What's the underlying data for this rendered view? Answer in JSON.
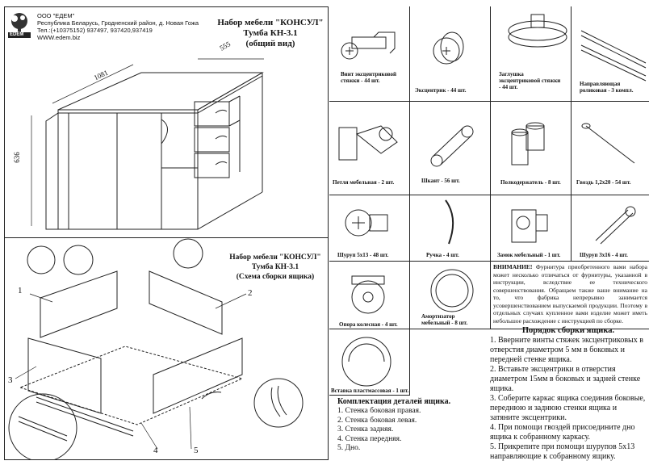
{
  "company": {
    "name": "ООО \"ЕДЕМ\"",
    "address": "Республика Беларусь, Гродненский район, д. Новая Гожа",
    "phone": "Тел.:(+10375152) 937497, 937420,937419",
    "site": "WWW.edem.biz",
    "logo_text": "EDEM"
  },
  "top_title": {
    "line1": "Набор мебели \"КОНСУЛ\"",
    "line2": "Тумба КН-3.1",
    "line3": "(общий вид)"
  },
  "dims": {
    "width": "1081",
    "depth": "555",
    "height": "636"
  },
  "bottom_title": {
    "line1": "Набор мебели \"КОНСУЛ\"",
    "line2": "Тумба КН-3.1",
    "line3": "(Схема сборки ящика)"
  },
  "callouts": [
    "1",
    "2",
    "3",
    "4",
    "5"
  ],
  "parts": [
    {
      "label": "Винт эксцентриковой стяжки - 44 шт."
    },
    {
      "label": "Эксцентрик - 44 шт."
    },
    {
      "label": "Заглушка эксцентриковой стяжки - 44 шт."
    },
    {
      "label": "Направляющая роликовая - 3 компл."
    },
    {
      "label": "Петля мебельная - 2 шт."
    },
    {
      "label": "Шкант - 56 шт."
    },
    {
      "label": "Полкодержатель - 8 шт."
    },
    {
      "label": "Гвоздь 1,2x20 - 54 шт."
    },
    {
      "label": "Шуруп 5x13 - 48 шт."
    },
    {
      "label": "Ручка - 4 шт."
    },
    {
      "label": "Замок мебельный - 1 шт."
    },
    {
      "label": "Шуруп 3x16 - 4 шт."
    },
    {
      "label": "Опора колесная - 4 шт."
    },
    {
      "label": "Амортизатор мебельный - 8 шт."
    },
    {
      "label": "Вставка пластмассовая - 1 шт."
    }
  ],
  "warning": {
    "head": "ВНИМАНИЕ!",
    "text": "Фурнитура приобретенного вами набора может несколько отличаться от фурнитуры, указанной в инструкции, вследствие ее технического совершенствования. Обращаем также ваше внимание на то, что фабрика непрерывно занимается усовершенствованием выпускаемой продукции. Поэтому в отдельных случаях купленное вами изделие может иметь небольшое расхождение с инструкцией по сборке."
  },
  "kit": {
    "title": "Комплектация деталей ящика.",
    "items": [
      "1. Стенка боковая правая.",
      "2. Стенка боковая левая.",
      "3. Стенка задняя.",
      "4. Стенка передняя.",
      "5. Дно."
    ]
  },
  "order": {
    "title": "Порядок сборки ящика.",
    "steps": [
      "1. Вверните винты стяжек эксцентриковых в отверстия диаметром 5 мм в боковых и передней стенке ящика.",
      "2. Вставьте эксцентрики в отверстия диаметром 15мм в боковых и задней стенке ящика.",
      "3. Соберите каркас ящика соединив боковые, переднюю и заднюю стенки ящика и затяните эксцентрики.",
      "4. При помощи гвоздей присоедините дно ящика к собранному каркасу.",
      "5. Прикрепите при помощи шурупов 5x13 направляющие к собранному ящику."
    ]
  }
}
